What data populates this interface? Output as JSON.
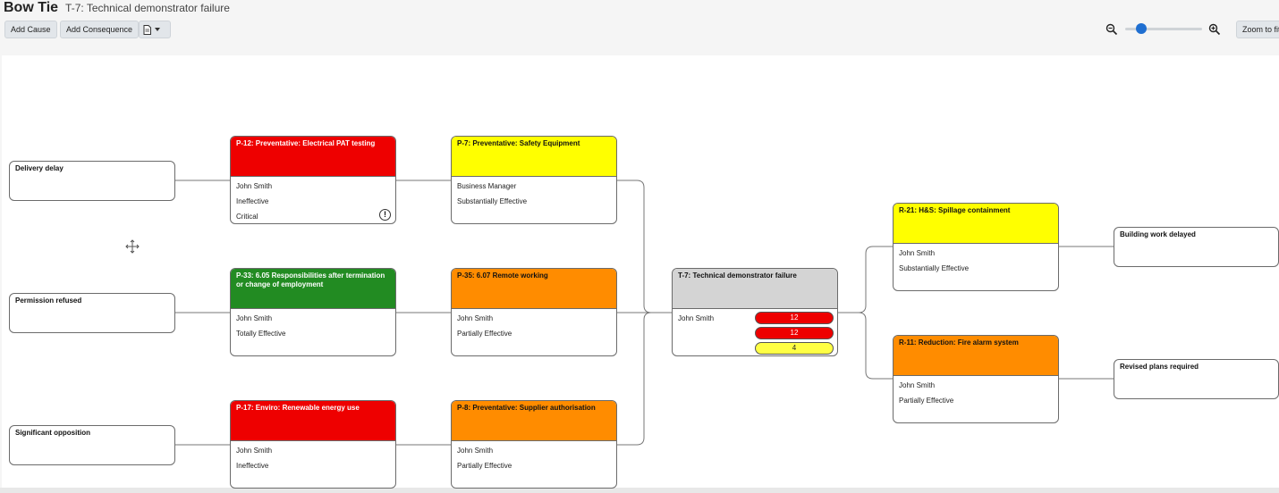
{
  "header": {
    "app_title": "Bow Tie",
    "diagram_title": "T-7: Technical demonstrator failure"
  },
  "toolbar": {
    "add_cause_label": "Add Cause",
    "add_consequence_label": "Add Consequence",
    "export_icon": "document-icon",
    "zoom_out_icon": "zoom-out-icon",
    "zoom_in_icon": "zoom-in-icon",
    "zoom_level": 0.2,
    "zoom_fit_label": "Zoom to fit"
  },
  "causes": [
    {
      "label": "Delivery delay"
    },
    {
      "label": "Permission refused"
    },
    {
      "label": "Significant opposition"
    }
  ],
  "preventative_barriers": [
    {
      "title": "P-12: Preventative: Electrical PAT testing",
      "owner": "John Smith",
      "effectiveness": "Ineffective",
      "criticality": "Critical",
      "color": "#ee0000"
    },
    {
      "title": "P-7: Preventative: Safety Equipment",
      "owner": "Business Manager",
      "effectiveness": "Substantially Effective",
      "color": "#ffff00"
    },
    {
      "title": "P-33: 6.05 Responsibilities after termination or change of employment",
      "owner": "John Smith",
      "effectiveness": "Totally Effective",
      "color": "#228b22"
    },
    {
      "title": "P-35: 6.07 Remote working",
      "owner": "John Smith",
      "effectiveness": "Partially Effective",
      "color": "#ff8c00"
    },
    {
      "title": "P-17: Enviro: Renewable energy use",
      "owner": "John Smith",
      "effectiveness": "Ineffective",
      "color": "#ee0000"
    },
    {
      "title": "P-8: Preventative: Supplier authorisation",
      "owner": "John Smith",
      "effectiveness": "Partially Effective",
      "color": "#ff8c00"
    }
  ],
  "top_event": {
    "title": "T-7: Technical demonstrator failure",
    "owner": "John Smith",
    "scores": [
      "12",
      "12",
      "4"
    ],
    "score_colors": [
      "#ee0000",
      "#ee0000",
      "#ffff44"
    ]
  },
  "reactive_barriers": [
    {
      "title": "R-21: H&S: Spillage containment",
      "owner": "John Smith",
      "effectiveness": "Substantially Effective",
      "color": "#ffff00"
    },
    {
      "title": "R-11: Reduction: Fire alarm system",
      "owner": "John Smith",
      "effectiveness": "Partially Effective",
      "color": "#ff8c00"
    }
  ],
  "consequences": [
    {
      "label": "Building work delayed"
    },
    {
      "label": "Revised plans required"
    }
  ],
  "canvas_icons": {
    "move_handle": "move-icon"
  }
}
